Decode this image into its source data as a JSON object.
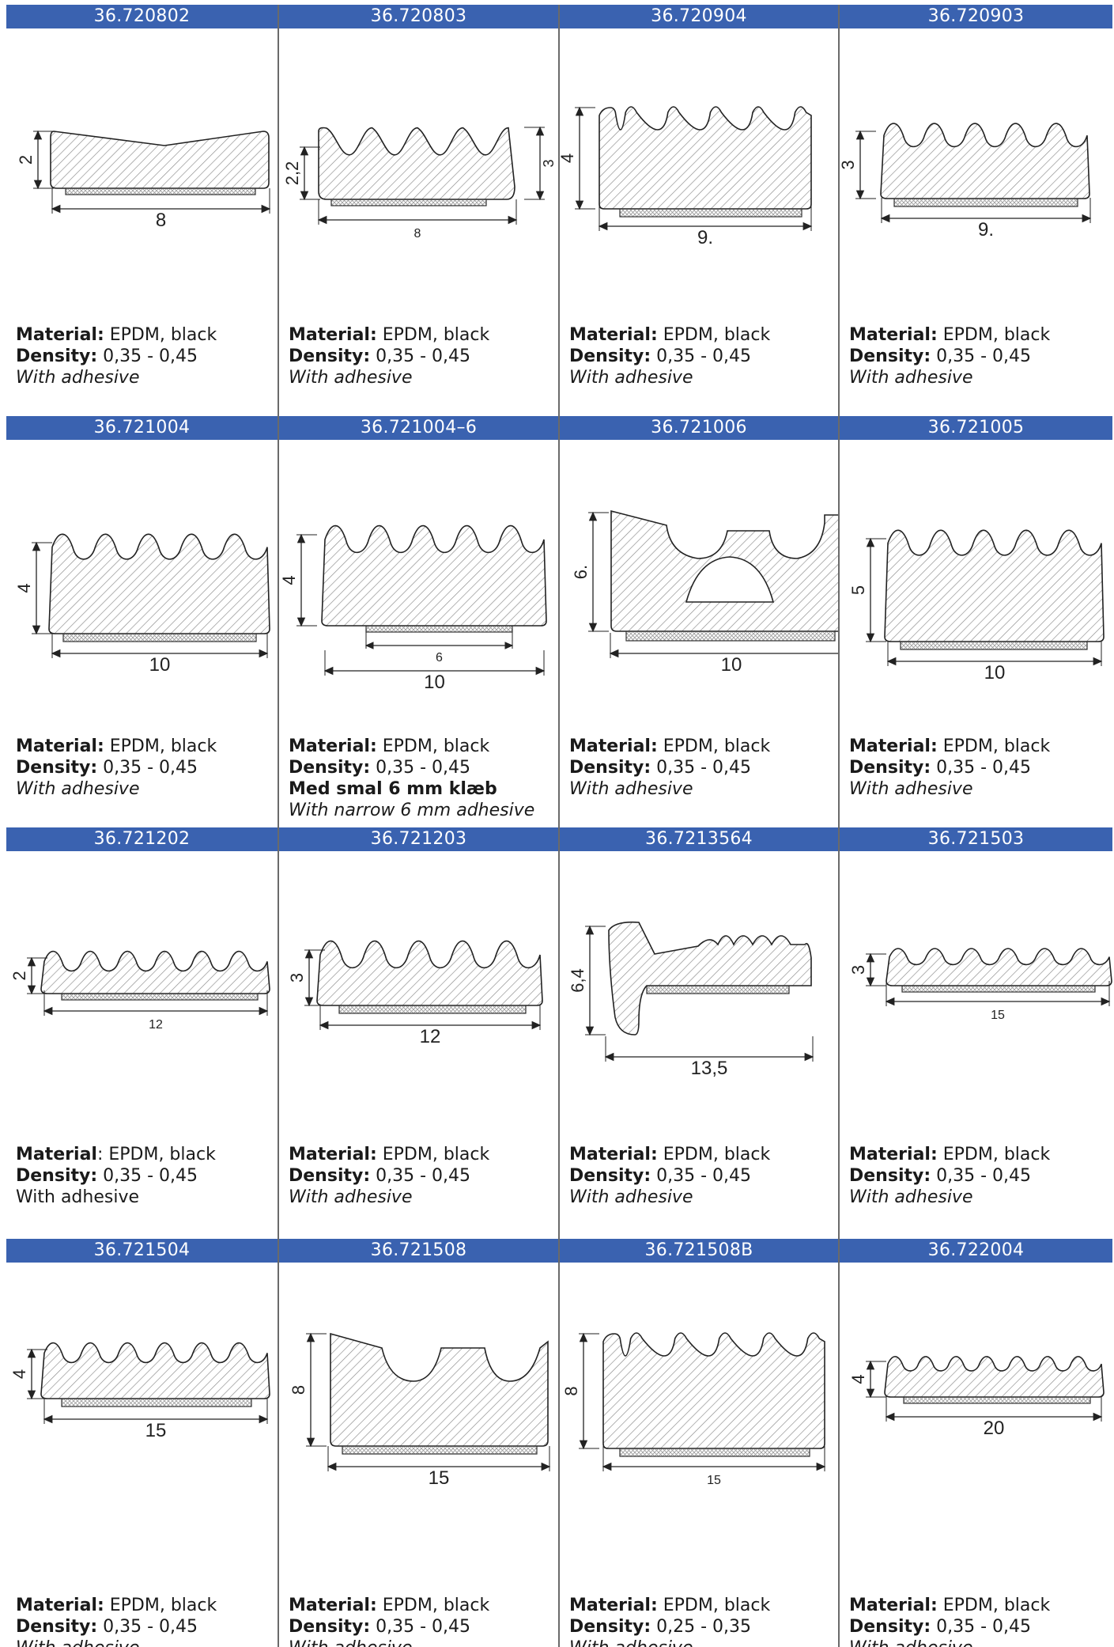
{
  "products": [
    {
      "code": "36.720802",
      "material_label": "Material:",
      "material": "EPDM, black",
      "density_label": "Density:",
      "density": "0,35 - 0,45",
      "notes": [
        "With adhesive"
      ],
      "notes_style": [
        "italic"
      ],
      "dims": {
        "height": "2",
        "width": "8"
      }
    },
    {
      "code": "36.720803",
      "material_label": "Material:",
      "material": "EPDM, black",
      "density_label": "Density:",
      "density": "0,35 - 0,45",
      "notes": [
        "With adhesive"
      ],
      "notes_style": [
        "italic"
      ],
      "dims": {
        "height": "2,2",
        "height2": "3",
        "width": "8"
      }
    },
    {
      "code": "36.720904",
      "material_label": "Material:",
      "material": "EPDM, black",
      "density_label": "Density:",
      "density": "0,35 - 0,45",
      "notes": [
        "With adhesive"
      ],
      "notes_style": [
        "italic"
      ],
      "dims": {
        "height": "4",
        "width": "9."
      }
    },
    {
      "code": "36.720903",
      "material_label": "Material:",
      "material": "EPDM, black",
      "density_label": "Density:",
      "density": "0,35 - 0,45",
      "notes": [
        "With adhesive"
      ],
      "notes_style": [
        "italic"
      ],
      "dims": {
        "height": "3",
        "width": "9."
      }
    },
    {
      "code": "36.721004",
      "material_label": "Material:",
      "material": "EPDM, black",
      "density_label": "Density:",
      "density": "0,35 - 0,45",
      "notes": [
        "With adhesive"
      ],
      "notes_style": [
        "italic"
      ],
      "dims": {
        "height": "4",
        "width": "10"
      }
    },
    {
      "code": "36.721004–6",
      "material_label": "Material:",
      "material": "EPDM, black",
      "density_label": "Density:",
      "density": "0,35 - 0,45",
      "notes": [
        "Med smal 6 mm klæb",
        "With narrow 6 mm adhesive"
      ],
      "notes_style": [
        "bold",
        "italic"
      ],
      "dims": {
        "height": "4",
        "inner": "6",
        "width": "10"
      }
    },
    {
      "code": "36.721006",
      "material_label": "Material:",
      "material": "EPDM, black",
      "density_label": "Density:",
      "density": "0,35 - 0,45",
      "notes": [
        "With adhesive"
      ],
      "notes_style": [
        "italic"
      ],
      "dims": {
        "height": "6.",
        "width": "10"
      }
    },
    {
      "code": "36.721005",
      "material_label": "Material:",
      "material": "EPDM, black",
      "density_label": "Density:",
      "density": "0,35 - 0,45",
      "notes": [
        "With adhesive"
      ],
      "notes_style": [
        "italic"
      ],
      "dims": {
        "height": "5",
        "width": "10"
      }
    },
    {
      "code": "36.721202",
      "material_label": "Material",
      "material_sep": ": EPDM, black",
      "density_label": "Density:",
      "density": "0,35 - 0,45",
      "notes": [
        "With adhesive"
      ],
      "notes_style": [
        "normal"
      ],
      "dims": {
        "height": "2",
        "width": "12"
      }
    },
    {
      "code": "36.721203",
      "material_label": "Material:",
      "material": "EPDM, black",
      "density_label": "Density:",
      "density": "0,35 - 0,45",
      "notes": [
        "With adhesive"
      ],
      "notes_style": [
        "italic"
      ],
      "dims": {
        "height": "3",
        "width": "12"
      }
    },
    {
      "code": "36.7213564",
      "material_label": "Material:",
      "material": "EPDM, black",
      "density_label": "Density:",
      "density": "0,35 - 0,45",
      "notes": [
        "With adhesive"
      ],
      "notes_style": [
        "italic"
      ],
      "dims": {
        "height": "6,4",
        "width": "13,5"
      }
    },
    {
      "code": "36.721503",
      "material_label": "Material:",
      "material": "EPDM, black",
      "density_label": "Density:",
      "density": "0,35 - 0,45",
      "notes": [
        "With adhesive"
      ],
      "notes_style": [
        "italic"
      ],
      "dims": {
        "height": "3",
        "width": "15"
      }
    },
    {
      "code": "36.721504",
      "material_label": "Material:",
      "material": "EPDM, black",
      "density_label": "Density:",
      "density": "0,35 - 0,45",
      "notes": [
        "With adhesive"
      ],
      "notes_style": [
        "italic"
      ],
      "dims": {
        "height": "4",
        "width": "15"
      }
    },
    {
      "code": "36.721508",
      "material_label": "Material:",
      "material": "EPDM, black",
      "density_label": "Density:",
      "density": "0,35 - 0,45",
      "notes": [
        "With adhesive"
      ],
      "notes_style": [
        "italic"
      ],
      "dims": {
        "height": "8",
        "width": "15"
      }
    },
    {
      "code": "36.721508B",
      "material_label": "Material:",
      "material": "EPDM, black",
      "density_label": "Density:",
      "density": "0,25 - 0,35",
      "notes": [
        "With adhesive"
      ],
      "notes_style": [
        "italic"
      ],
      "dims": {
        "height": "8",
        "width": "15"
      }
    },
    {
      "code": "36.722004",
      "material_label": "Material:",
      "material": "EPDM, black",
      "density_label": "Density:",
      "density": "0,35 - 0,45",
      "notes": [
        "With adhesive"
      ],
      "notes_style": [
        "italic"
      ],
      "dims": {
        "height": "4",
        "width": "20"
      }
    }
  ],
  "colors": {
    "header_bg": "#3a62b0",
    "header_text": "#ffffff",
    "divider": "#6a6a6a"
  }
}
